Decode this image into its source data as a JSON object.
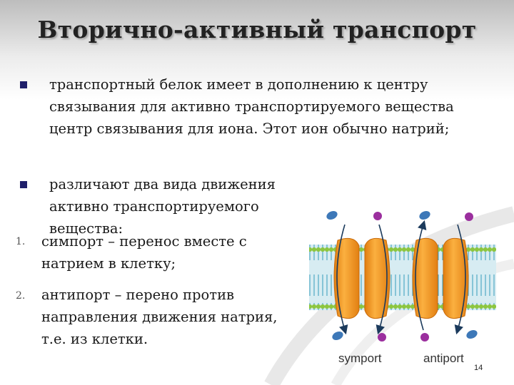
{
  "slide": {
    "title": "Вторично-активный транспорт",
    "bullets": [
      "транспортный белок имеет в дополнению к центру связывания для активно транспортируемого вещества центр связывания для иона. Этот ион обычно натрий;",
      "различают два вида движения активно транспортируемого вещества:"
    ],
    "numbered": [
      {
        "marker": "1.",
        "text": "симпорт – перенос вместе с натрием в клетку;"
      },
      {
        "marker": "2.",
        "text": "антипорт – перено против направления движения натрия, т.е. из клетки."
      }
    ],
    "page_number": "14"
  },
  "diagram": {
    "labels": {
      "symport": "symport",
      "antiport": "antiport"
    },
    "colors": {
      "membrane_head": "#8dc63f",
      "lipid_tail": "#4fa8c4",
      "membrane_band": "#d7ecf2",
      "protein": "#f7941d",
      "ion_blue": "#3d78b8",
      "ion_purple": "#9b2f9e",
      "bullet": "#1f1f6a"
    }
  }
}
